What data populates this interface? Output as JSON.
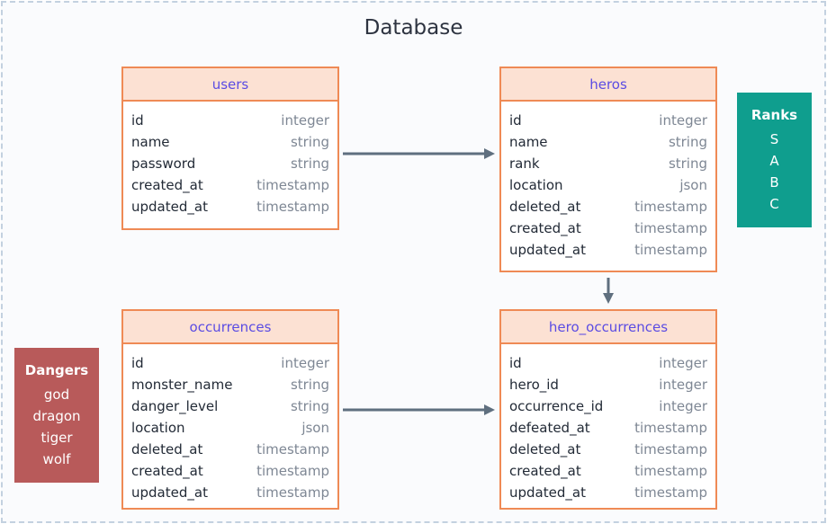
{
  "title": "Database",
  "tables": {
    "users": {
      "name": "users",
      "fields": [
        {
          "name": "id",
          "type": "integer"
        },
        {
          "name": "name",
          "type": "string"
        },
        {
          "name": "password",
          "type": "string"
        },
        {
          "name": "created_at",
          "type": "timestamp"
        },
        {
          "name": "updated_at",
          "type": "timestamp"
        }
      ]
    },
    "heros": {
      "name": "heros",
      "fields": [
        {
          "name": "id",
          "type": "integer"
        },
        {
          "name": "name",
          "type": "string"
        },
        {
          "name": "rank",
          "type": "string"
        },
        {
          "name": "location",
          "type": "json"
        },
        {
          "name": "deleted_at",
          "type": "timestamp"
        },
        {
          "name": "created_at",
          "type": "timestamp"
        },
        {
          "name": "updated_at",
          "type": "timestamp"
        }
      ]
    },
    "occurrences": {
      "name": "occurrences",
      "fields": [
        {
          "name": "id",
          "type": "integer"
        },
        {
          "name": "monster_name",
          "type": "string"
        },
        {
          "name": "danger_level",
          "type": "string"
        },
        {
          "name": "location",
          "type": "json"
        },
        {
          "name": "deleted_at",
          "type": "timestamp"
        },
        {
          "name": "created_at",
          "type": "timestamp"
        },
        {
          "name": "updated_at",
          "type": "timestamp"
        }
      ]
    },
    "hero_occurrences": {
      "name": "hero_occurrences",
      "fields": [
        {
          "name": "id",
          "type": "integer"
        },
        {
          "name": "hero_id",
          "type": "integer"
        },
        {
          "name": "occurrence_id",
          "type": "integer"
        },
        {
          "name": "defeated_at",
          "type": "timestamp"
        },
        {
          "name": "deleted_at",
          "type": "timestamp"
        },
        {
          "name": "created_at",
          "type": "timestamp"
        },
        {
          "name": "updated_at",
          "type": "timestamp"
        }
      ]
    }
  },
  "ranks": {
    "title": "Ranks",
    "items": [
      "S",
      "A",
      "B",
      "C"
    ],
    "color": "#0f9e8e"
  },
  "dangers": {
    "title": "Dangers",
    "items": [
      "god",
      "dragon",
      "tiger",
      "wolf"
    ],
    "color": "#b85a5a"
  },
  "relations": [
    {
      "from": "users",
      "to": "heros"
    },
    {
      "from": "heros",
      "to": "hero_occurrences"
    },
    {
      "from": "occurrences",
      "to": "hero_occurrences"
    }
  ],
  "colors": {
    "table_border": "#ef8a55",
    "table_header_bg": "#fce1d3",
    "table_title": "#5b4ce3",
    "arrow": "#5f6f7f"
  }
}
